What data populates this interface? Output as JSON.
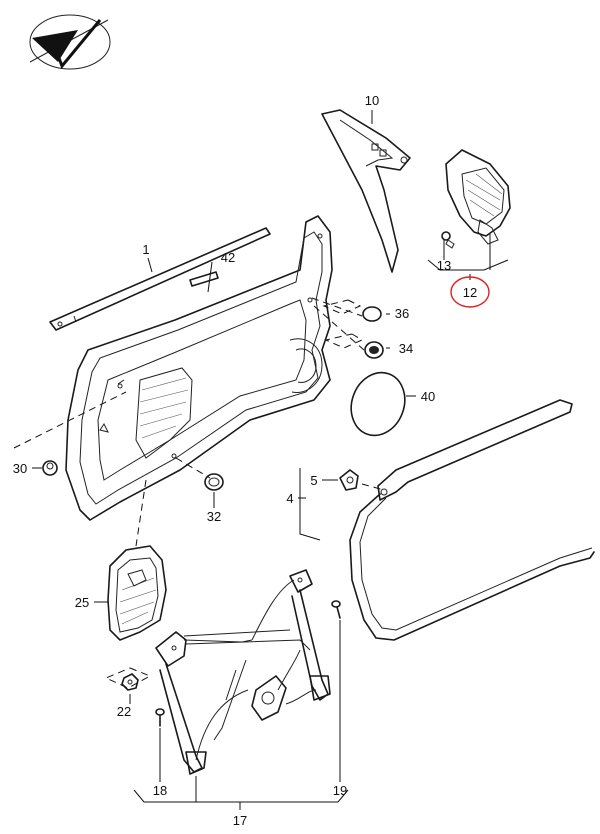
{
  "logo": {
    "icon": "checkmark-in-circle-logo"
  },
  "callouts": {
    "p1": "1",
    "p4": "4",
    "p5": "5",
    "p10": "10",
    "p12": "12",
    "p13": "13",
    "p17": "17",
    "p18": "18",
    "p19": "19",
    "p22": "22",
    "p25": "25",
    "p30": "30",
    "p32": "32",
    "p34": "34",
    "p36": "36",
    "p40": "40",
    "p42": "42"
  },
  "highlight": {
    "part": "12",
    "color": "#e02020"
  }
}
